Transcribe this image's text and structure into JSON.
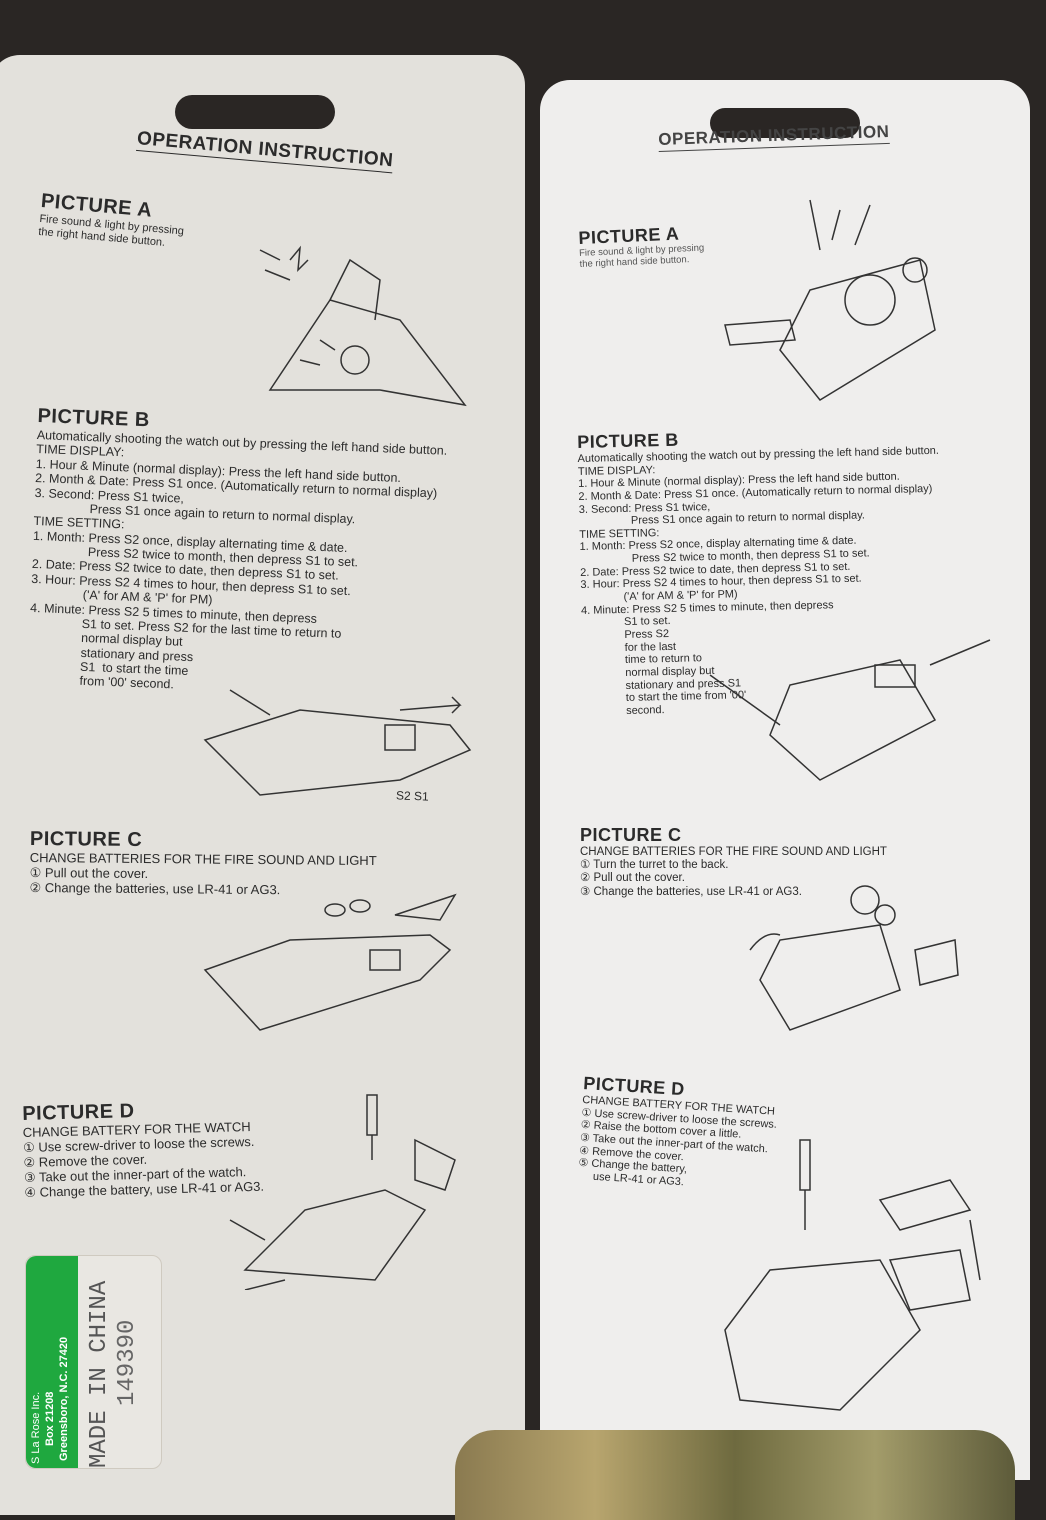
{
  "left_card": {
    "heading": "OPERATION INSTRUCTION",
    "picture_a": {
      "title": "PICTURE A",
      "lines": [
        "Fire sound & light by pressing",
        "the right hand side button."
      ]
    },
    "picture_b": {
      "title": "PICTURE B",
      "lines": [
        "Automatically shooting the watch out by pressing the left hand side button.",
        "TIME DISPLAY:",
        "1. Hour & Minute (normal display): Press the left hand side button.",
        "2. Month & Date: Press S1 once. (Automatically return to normal display)",
        "3. Second: Press S1 twice,",
        "                Press S1 once again to return to normal display.",
        "TIME SETTING:",
        "1. Month: Press S2 once, display alternating time & date.",
        "                Press S2 twice to month, then depress S1 to set.",
        "2. Date: Press S2 twice to date, then depress S1 to set.",
        "3. Hour: Press S2 4 times to hour, then depress S1 to set.",
        "               ('A' for AM & 'P' for PM)",
        "4. Minute: Press S2 5 times to minute, then depress",
        "               S1 to set. Press S2 for the last time to return to",
        "               normal display but",
        "               stationary and press",
        "               S1  to start the time",
        "               from '00' second."
      ],
      "button_labels": "S2 S1"
    },
    "picture_c": {
      "title": "PICTURE C",
      "lines": [
        "CHANGE BATTERIES FOR THE FIRE SOUND AND LIGHT",
        "① Pull out the cover.",
        "② Change the batteries, use LR-41 or AG3."
      ]
    },
    "picture_d": {
      "title": "PICTURE D",
      "lines": [
        "CHANGE BATTERY FOR THE WATCH",
        "① Use screw-driver to loose the screws.",
        "② Remove the cover.",
        "③ Take out the inner-part of the watch.",
        "④ Change the battery, use LR-41 or AG3."
      ]
    },
    "sticker": {
      "company": "S  La Rose Inc.",
      "box": "Box 21208",
      "city": "Greensboro, N.C. 27420",
      "origin": "MADE IN CHINA",
      "code": "149390"
    }
  },
  "right_card": {
    "heading": "OPERATION INSTRUCTION",
    "picture_a": {
      "title": "PICTURE A",
      "lines": [
        "Fire sound & light by pressing",
        "the right hand side button."
      ]
    },
    "picture_b": {
      "title": "PICTURE B",
      "lines": [
        "Automatically shooting the watch out by pressing the left hand side button.",
        "TIME DISPLAY:",
        "1. Hour & Minute (normal display): Press the left hand side button.",
        "2. Month & Date: Press S1 once. (Automatically return to normal display)",
        "3. Second: Press S1 twice,",
        "                 Press S1 once again to return to normal display.",
        "TIME SETTING:",
        "1. Month: Press S2 once, display alternating time & date.",
        "                 Press S2 twice to month, then depress S1 to set.",
        "2. Date: Press S2 twice to date, then depress S1 to set.",
        "3. Hour: Press S2 4 times to hour, then depress S1 to set.",
        "              ('A' for AM & 'P' for PM)",
        "4. Minute: Press S2 5 times to minute, then depress",
        "              S1 to set.",
        "              Press S2",
        "              for the last",
        "              time to return to",
        "              normal display but",
        "              stationary and press S1",
        "              to start the time from '00'",
        "              second."
      ]
    },
    "picture_c": {
      "title": "PICTURE C",
      "lines": [
        "CHANGE BATTERIES FOR THE FIRE SOUND AND LIGHT",
        "① Turn the turret to the back.",
        "② Pull out the cover.",
        "③ Change the batteries, use LR-41 or AG3."
      ]
    },
    "picture_d": {
      "title": "PICTURE D",
      "lines": [
        "CHANGE BATTERY FOR THE WATCH",
        "① Use screw-driver to loose the screws.",
        "② Raise the bottom cover a little.",
        "③ Take out the inner-part of the watch.",
        "④ Remove the cover.",
        "⑤ Change the battery,",
        "     use LR-41 or AG3."
      ]
    }
  }
}
